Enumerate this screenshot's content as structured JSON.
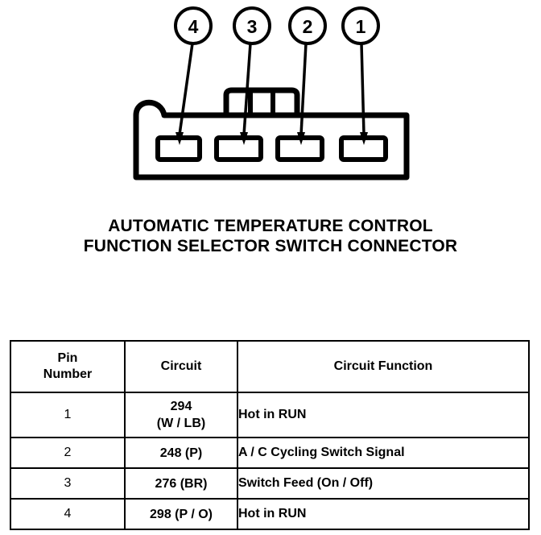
{
  "document": {
    "title_lines": [
      "AUTOMATIC TEMPERATURE CONTROL",
      "FUNCTION SELECTOR SWITCH CONNECTOR"
    ]
  },
  "diagram": {
    "name": "connector-pinout-diagram",
    "callouts": [
      {
        "label": "4",
        "pin": 4
      },
      {
        "label": "3",
        "pin": 3
      },
      {
        "label": "2",
        "pin": 2
      },
      {
        "label": "1",
        "pin": 1
      }
    ],
    "cavity_count": 4,
    "line_color": "#000000",
    "fill_color": "#ffffff"
  },
  "table": {
    "headers": [
      "Pin\nNumber",
      "Circuit",
      "Circuit Function"
    ],
    "header_pin_line1": "Pin",
    "header_pin_line2": "Number",
    "header_circuit": "Circuit",
    "header_function": "Circuit Function",
    "rows": [
      {
        "pin": "1",
        "circuit": "294",
        "circuit_sub": "(W / LB)",
        "function": "Hot in RUN"
      },
      {
        "pin": "2",
        "circuit": "248 (P)",
        "circuit_sub": "",
        "function": "A / C Cycling Switch Signal"
      },
      {
        "pin": "3",
        "circuit": "276 (BR)",
        "circuit_sub": "",
        "function": "Switch Feed (On / Off)"
      },
      {
        "pin": "4",
        "circuit": "298 (P / O)",
        "circuit_sub": "",
        "function": "Hot in RUN"
      }
    ]
  }
}
